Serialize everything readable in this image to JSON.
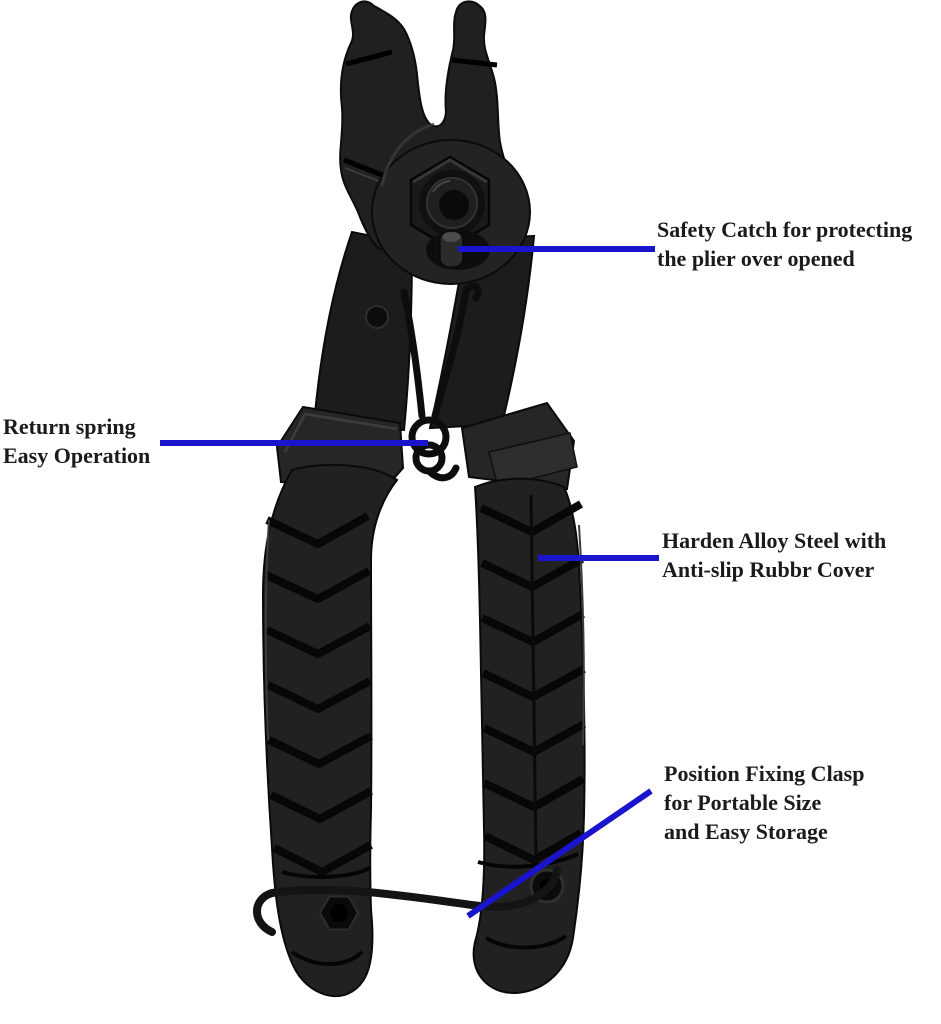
{
  "annotations": {
    "safety_catch": {
      "line1": "Safety Catch for protecting",
      "line2": "the plier over opened"
    },
    "return_spring": {
      "line1": "Return spring",
      "line2": "Easy Operation"
    },
    "alloy_steel": {
      "line1": "Harden Alloy Steel with",
      "line2": "Anti-slip Rubbr Cover"
    },
    "fixing_clasp": {
      "line1": "Position Fixing Clasp",
      "line2": "for Portable Size",
      "line3": "and Easy Storage"
    }
  },
  "colors": {
    "callout_line": "#1a15cd",
    "annotation_text": "#1b1b1b",
    "tool_body": "#1e1e1e",
    "background": "#ffffff"
  }
}
